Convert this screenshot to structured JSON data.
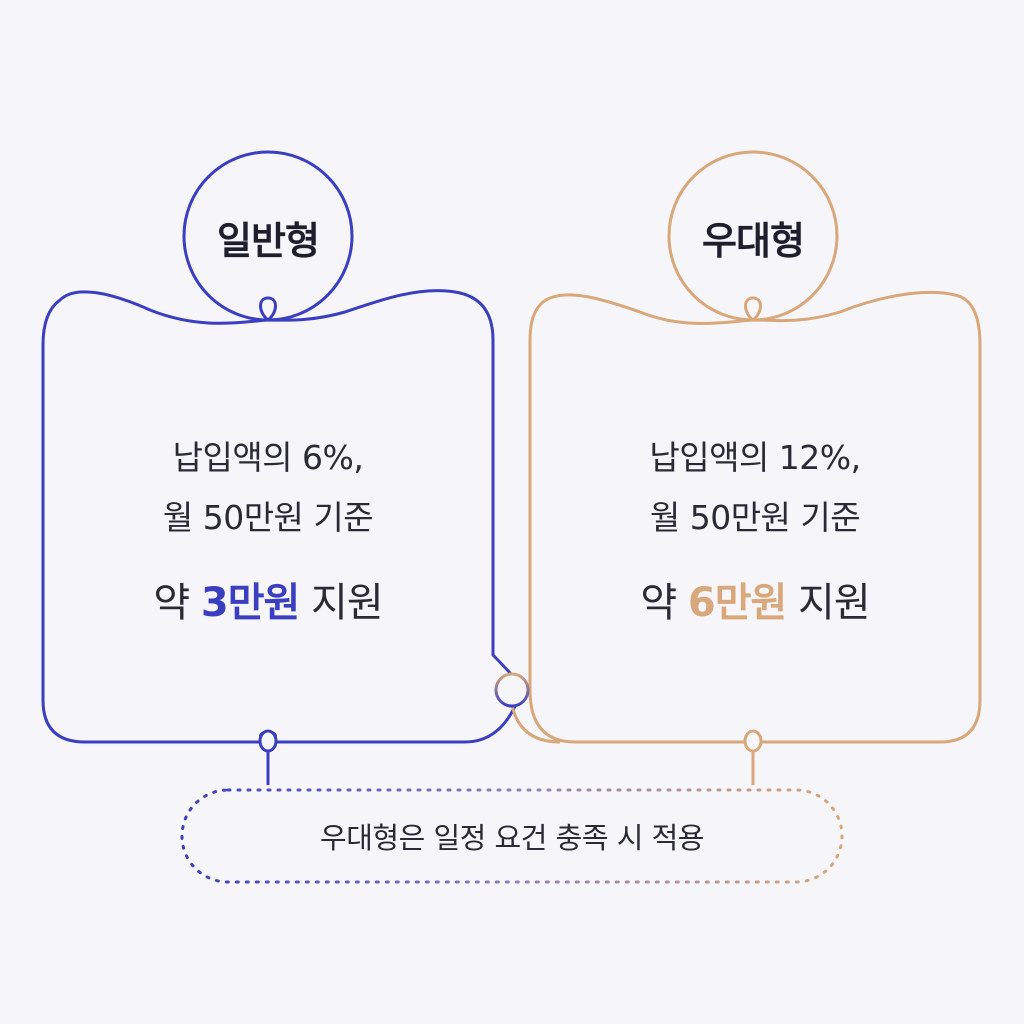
{
  "colors": {
    "general": "#3a3fc0",
    "preferential": "#d8a77a",
    "background": "#f6f6fa",
    "text": "#2a2a36"
  },
  "general": {
    "badge": "일반형",
    "line1": "납입액의 6%,",
    "line2": "월 50만원 기준",
    "amount_prefix": "약 ",
    "amount_value": "3만원",
    "amount_suffix": " 지원"
  },
  "preferential": {
    "badge": "우대형",
    "line1": "납입액의 12%,",
    "line2": "월 50만원 기준",
    "amount_prefix": "약 ",
    "amount_value": "6만원",
    "amount_suffix": " 지원"
  },
  "footnote": "우대형은 일정 요건 충족 시 적용"
}
